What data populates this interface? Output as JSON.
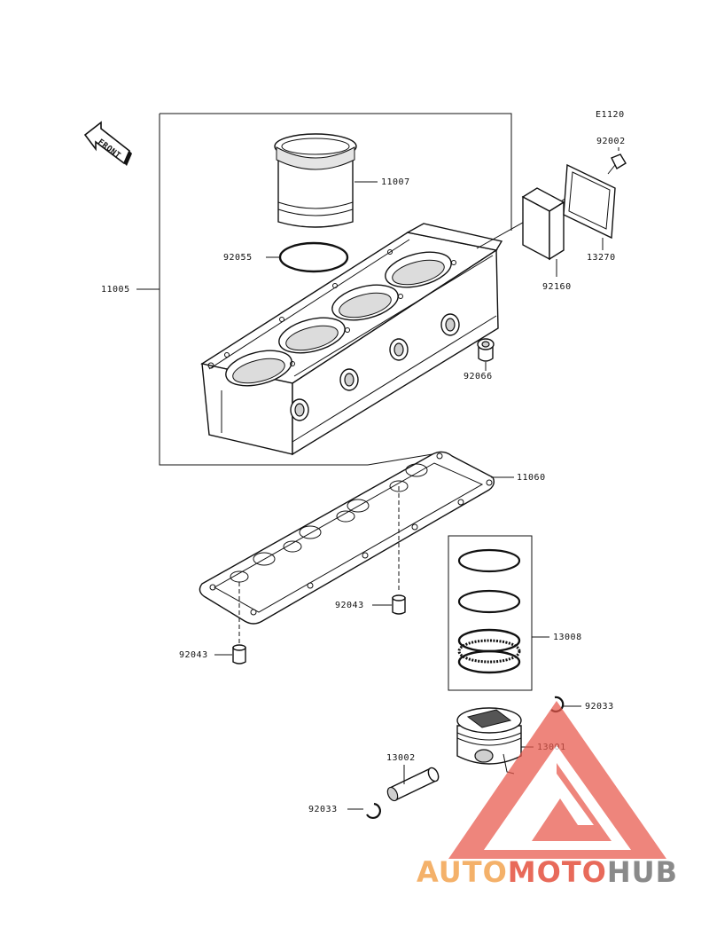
{
  "diagram_code": "E1120",
  "front_label": "FRONT",
  "parts": {
    "cylinder_block": "11005",
    "liner": "11007",
    "o_ring": "92055",
    "cover_bolt": "92002",
    "cover_gasket": "13270",
    "damper": "92160",
    "plug": "92066",
    "base_gasket": "11060",
    "dowel_pin_right": "92043",
    "dowel_pin_left": "92043",
    "ring_set": "13008",
    "snap_ring_right": "92033",
    "piston": "13001",
    "piston_pin": "13002",
    "snap_ring_left": "92033"
  },
  "watermark": {
    "brand_part1": "AUTO",
    "brand_part2": "MOTO",
    "brand_part3": "HUB",
    "color_part1": "#f4b16a",
    "color_part2": "#e86a5a",
    "color_part3": "#8a8a8a",
    "logo_color": "#e8574a"
  }
}
